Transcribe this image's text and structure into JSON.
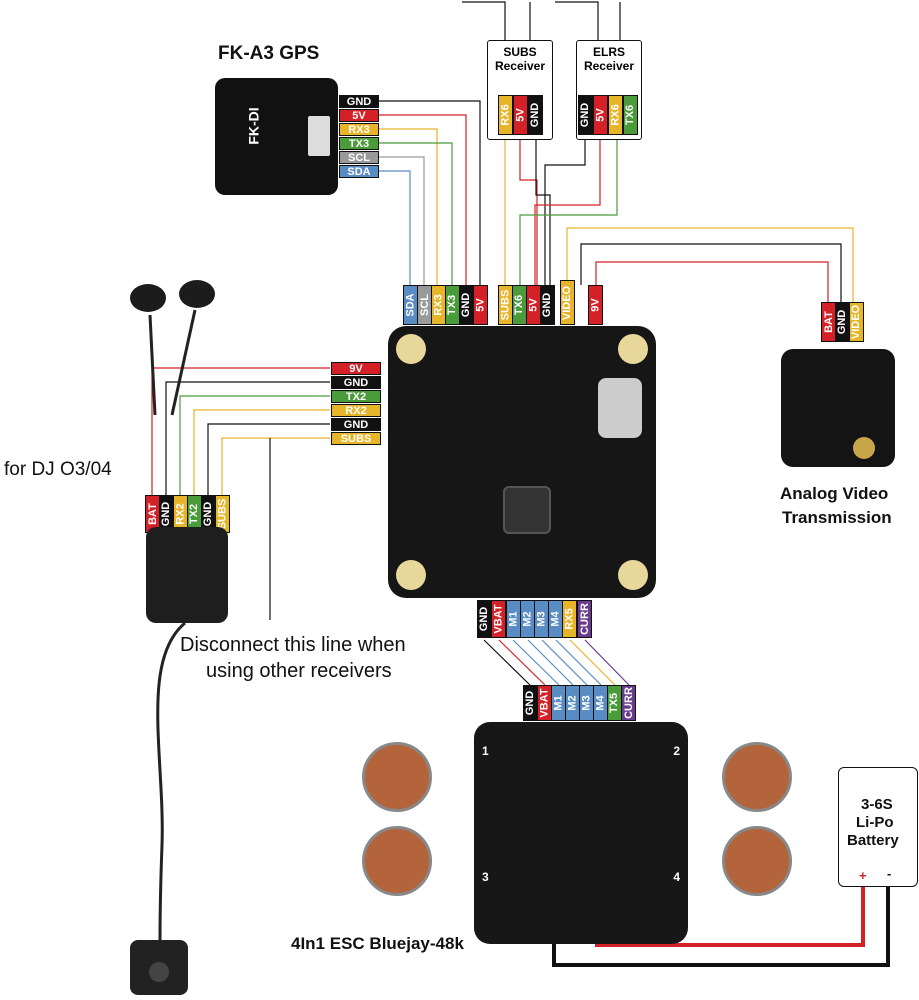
{
  "gps": {
    "title": "FK-A3 GPS",
    "board_text": "FK-DI",
    "pins": [
      "GND",
      "5V",
      "RX3",
      "TX3",
      "SCL",
      "SDA"
    ]
  },
  "subs_receiver": {
    "title_line1": "SUBS",
    "title_line2": "Receiver",
    "pins": [
      "RX6",
      "5V",
      "GND"
    ]
  },
  "elrs_receiver": {
    "title_line1": "ELRS",
    "title_line2": "Receiver",
    "pins": [
      "GND",
      "5V",
      "RX6",
      "TX6"
    ]
  },
  "fc_top_pins": [
    "SDA",
    "SCL",
    "RX3",
    "TX3",
    "GND",
    "5V",
    "SUBS",
    "TX6",
    "5V",
    "GND",
    "VIDEO",
    "9V"
  ],
  "fc_left_pins": [
    "9V",
    "GND",
    "TX2",
    "RX2",
    "GND",
    "SUBS"
  ],
  "fc_bottom_pins": [
    "GND",
    "VBAT",
    "M1",
    "M2",
    "M3",
    "M4",
    "RX5",
    "CURR"
  ],
  "vtx": {
    "pins": [
      "BAT",
      "GND",
      "VIDEO"
    ],
    "caption_line1": "Analog Video",
    "caption_line2": "Transmission"
  },
  "dji": {
    "label": "for DJ O3/04",
    "pins": [
      "BAT",
      "GND",
      "RX2",
      "TX2",
      "GND",
      "SUBS"
    ]
  },
  "note": {
    "line1": "Disconnect this line when",
    "line2": "using other receivers"
  },
  "esc": {
    "pins": [
      "GND",
      "VBAT",
      "M1",
      "M2",
      "M3",
      "M4",
      "TX5",
      "CURR"
    ],
    "caption": "4In1 ESC Bluejay-48k",
    "corner_1": "1",
    "corner_2": "2",
    "corner_3": "3",
    "corner_4": "4"
  },
  "battery": {
    "line1": "3-6S",
    "line2": "Li-Po",
    "line3": "Battery",
    "plus": "+",
    "minus": "-"
  },
  "colors": {
    "GND": "#111111",
    "5V": "#d42027",
    "9V": "#d42027",
    "BAT": "#d42027",
    "VBAT": "#d42027",
    "RX": "#e6b52a",
    "TX": "#4a9b3a",
    "SCL": "#9a9a9a",
    "SDA": "#5a8cc4",
    "SUBS": "#e6b52a",
    "VIDEO": "#e6b52a",
    "M": "#5a8cc4",
    "CURR": "#6a3a8c"
  }
}
